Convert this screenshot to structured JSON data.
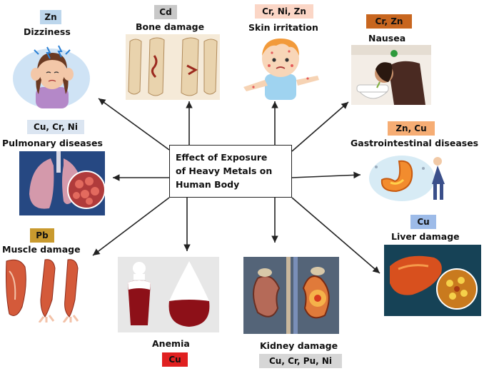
{
  "center": {
    "lines": [
      "Effect of Exposure",
      "of Heavy Metals on",
      "Human Body"
    ]
  },
  "effects": [
    {
      "id": "dizziness",
      "metals": "Zn",
      "label": "Dizziness",
      "badge_color": "#bcd6ec"
    },
    {
      "id": "bone",
      "metals": "Cd",
      "label": "Bone damage",
      "badge_color": "#c8c8c8"
    },
    {
      "id": "skin",
      "metals": "Cr, Ni, Zn",
      "label": "Skin irritation",
      "badge_color": "#fbd6c6"
    },
    {
      "id": "nausea",
      "metals": "Cr, Zn",
      "label": "Nausea",
      "badge_color": "#c8661f"
    },
    {
      "id": "pulmonary",
      "metals": "Cu, Cr, Ni",
      "label": "Pulmonary diseases",
      "badge_color": "#dbe5f1"
    },
    {
      "id": "gastro",
      "metals": "Zn, Cu",
      "label": "Gastrointestinal diseases",
      "badge_color": "#f6ad74"
    },
    {
      "id": "muscle",
      "metals": "Pb",
      "label": "Muscle damage",
      "badge_color": "#c99a2e"
    },
    {
      "id": "anemia",
      "metals": "Cu",
      "label": "Anemia",
      "badge_color": "#e02020"
    },
    {
      "id": "kidney",
      "metals": "Cu, Cr, Pu, Ni",
      "label": "Kidney damage",
      "badge_color": "#d6d6d6"
    },
    {
      "id": "liver",
      "metals": "Cu",
      "label": "Liver damage",
      "badge_color": "#9dbbe8"
    }
  ]
}
